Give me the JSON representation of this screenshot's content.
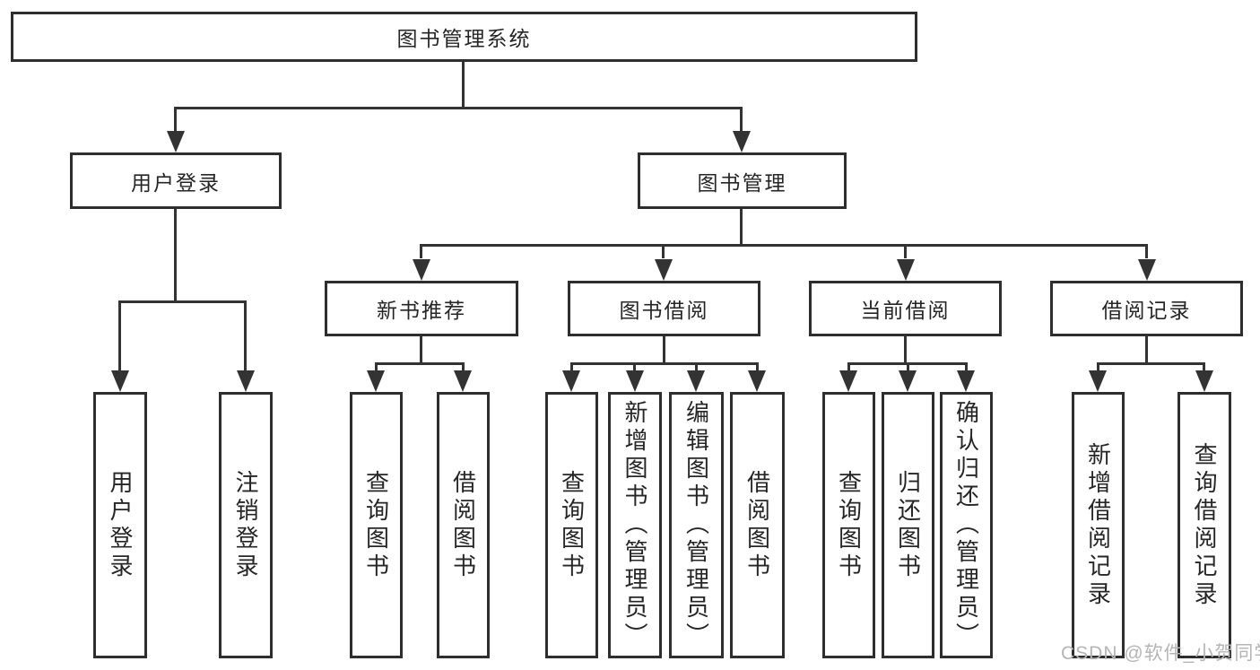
{
  "diagram_title": "图书管理系统",
  "nodes": {
    "root": {
      "label": "图书管理系统"
    },
    "level2": [
      {
        "label": "用户登录"
      },
      {
        "label": "图书管理"
      }
    ],
    "level3": [
      {
        "label": "新书推荐",
        "parent": "图书管理"
      },
      {
        "label": "图书借阅",
        "parent": "图书管理"
      },
      {
        "label": "当前借阅",
        "parent": "图书管理"
      },
      {
        "label": "借阅记录",
        "parent": "图书管理"
      }
    ],
    "leaves": [
      {
        "label": "用户登录",
        "parent": "用户登录"
      },
      {
        "label": "注销登录",
        "parent": "用户登录"
      },
      {
        "label": "查询图书",
        "parent": "新书推荐"
      },
      {
        "label": "借阅图书",
        "parent": "新书推荐"
      },
      {
        "label": "查询图书",
        "parent": "图书借阅"
      },
      {
        "label": "新增图书（管理员）",
        "parent": "图书借阅"
      },
      {
        "label": "编辑图书（管理员）",
        "parent": "图书借阅"
      },
      {
        "label": "借阅图书",
        "parent": "图书借阅"
      },
      {
        "label": "查询图书",
        "parent": "当前借阅"
      },
      {
        "label": "归还图书",
        "parent": "当前借阅"
      },
      {
        "label": "确认归还（管理员）",
        "parent": "当前借阅"
      },
      {
        "label": "新增借阅记录",
        "parent": "借阅记录"
      },
      {
        "label": "查询借阅记录",
        "parent": "借阅记录"
      }
    ]
  },
  "watermark": "CSDN @软件_小贺同学",
  "colors": {
    "line": "#333333",
    "box_border": "#2e2e2e",
    "text": "#262626",
    "watermark": "#b5b5b5",
    "background": "#ffffff"
  }
}
